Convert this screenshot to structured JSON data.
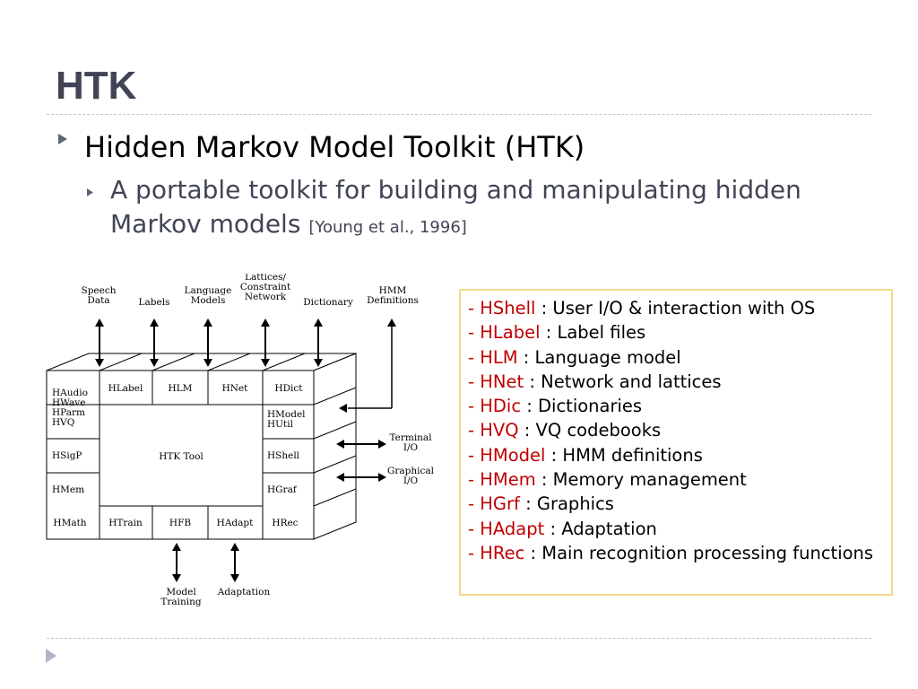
{
  "slide": {
    "title": "HTK",
    "bullet": "Hidden Markov  Model Toolkit (HTK)",
    "sub_bullet": "A portable toolkit for building and manipulating hidden Markov models",
    "citation": "[Young et al., 1996]"
  },
  "diagram": {
    "top_labels": [
      [
        "Speech",
        "Data"
      ],
      [
        "Labels"
      ],
      [
        "Language",
        "Models"
      ],
      [
        "Lattices/",
        "Constraint",
        "Network"
      ],
      [
        "Dictionary"
      ],
      [
        "HMM",
        "Definitions"
      ]
    ],
    "top_row": [
      "HLabel",
      "HLM",
      "HNet",
      "HDict"
    ],
    "left_col": [
      [
        "HAudio",
        "HWave",
        "HParm",
        "HVQ"
      ],
      [
        "HSigP"
      ],
      [
        "HMem"
      ]
    ],
    "center": "HTK Tool",
    "right_col": [
      [
        "HModel",
        "HUtil"
      ],
      [
        "HShell"
      ],
      [
        "HGraf"
      ]
    ],
    "bottom_row": [
      "HMath",
      "HTrain",
      "HFB",
      "HAdapt",
      "HRec"
    ],
    "right_labels": [
      [
        "Terminal",
        "I/O"
      ],
      [
        "Graphical",
        "I/O"
      ]
    ],
    "bottom_labels": [
      [
        "Model",
        "Training"
      ],
      [
        "Adaptation"
      ]
    ]
  },
  "legend": [
    {
      "module": "- HShell",
      "desc": " : User I/O & interaction with OS"
    },
    {
      "module": "- HLabel",
      "desc": " : Label files"
    },
    {
      "module": "- HLM",
      "desc": " : Language model"
    },
    {
      "module": "- HNet",
      "desc": " : Network and lattices"
    },
    {
      "module": "- HDic",
      "desc": " : Dictionaries"
    },
    {
      "module": "- HVQ",
      "desc": " : VQ codebooks"
    },
    {
      "module": "- HModel",
      "desc": " : HMM definitions"
    },
    {
      "module": "- HMem",
      "desc": " : Memory management"
    },
    {
      "module": "- HGrf",
      "desc": " : Graphics"
    },
    {
      "module": "- HAdapt",
      "desc": " : Adaptation"
    },
    {
      "module": "- HRec",
      "desc": " : Main recognition processing functions"
    }
  ],
  "colors": {
    "title": "#414455",
    "module": "#c00000",
    "legend_border": "#f5d98a",
    "bullet": "#5b6478"
  }
}
